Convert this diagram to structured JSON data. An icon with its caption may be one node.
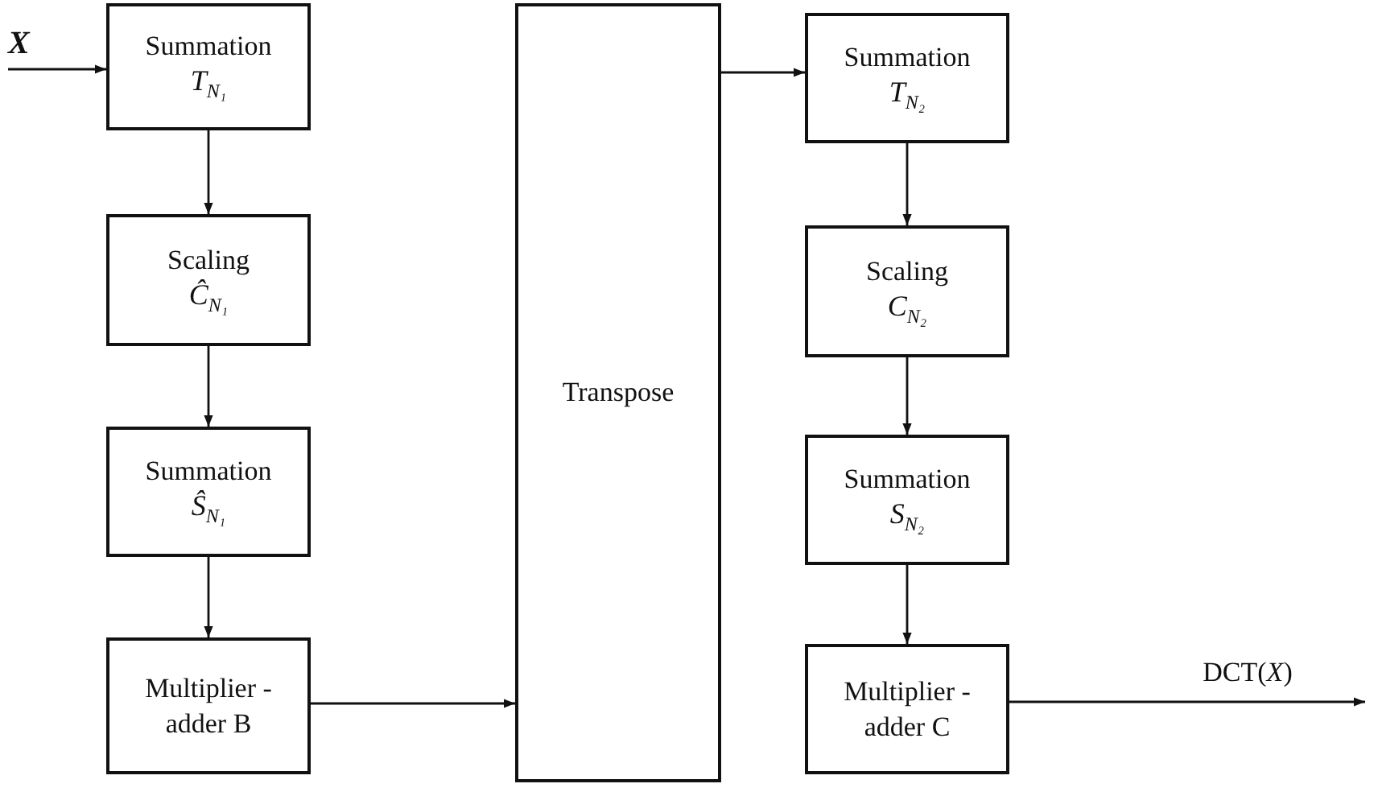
{
  "diagram": {
    "nodes": [
      {
        "text": [
          "X"
        ]
      },
      {
        "text": [
          "Summation",
          "T$_{N₁}$"
        ]
      },
      {
        "text": [
          "Scaling",
          "Ĉ$_{N₁}$"
        ]
      },
      {
        "text": [
          "Summation",
          "Ŝ$_{N₁}$"
        ]
      },
      {
        "text": [
          "Multiplier -adder B"
        ]
      },
      {
        "text": [
          "Transpose"
        ]
      },
      {
        "text": [
          "Summation",
          "T$_{N₂}$"
        ]
      },
      {
        "text": [
          "Scaling",
          "C$_{N₂}$"
        ]
      },
      {
        "text": [
          "Summation",
          "S$_{N₂}$"
        ]
      },
      {
        "text": [
          "Multiplier -adder C"
        ]
      },
      {
        "text": [
          "DCT(*X*)"
        ]
      }
    ],
    "edges": [
      {
        "from": 0,
        "to": 1,
        "arrow": "to"
      },
      {
        "from": 1,
        "to": 2,
        "arrow": "to"
      },
      {
        "from": 2,
        "to": 3,
        "arrow": "to"
      },
      {
        "from": 3,
        "to": 4,
        "arrow": "to"
      },
      {
        "from": 4,
        "to": 5,
        "arrow": "to"
      },
      {
        "from": 5,
        "to": 6,
        "arrow": "to"
      },
      {
        "from": 6,
        "to": 7,
        "arrow": "to"
      },
      {
        "from": 7,
        "to": 8,
        "arrow": "to"
      },
      {
        "from": 8,
        "to": 9,
        "arrow": "to"
      },
      {
        "from": 9,
        "to": 10,
        "arrow": "to"
      }
    ]
  }
}
